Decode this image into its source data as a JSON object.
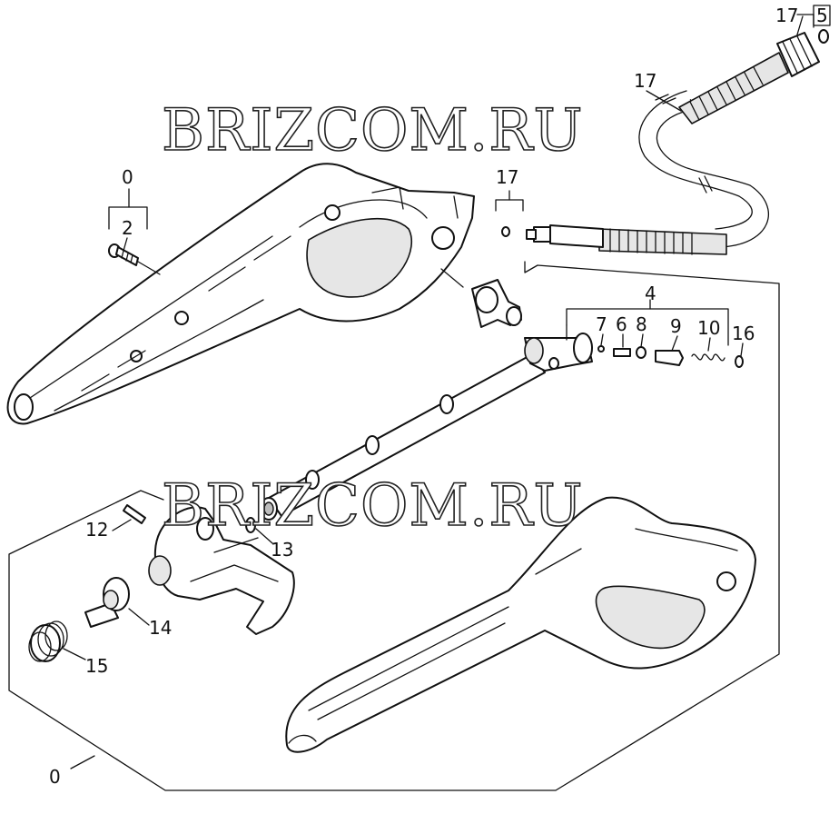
{
  "watermarks": [
    "BRIZCOM.RU",
    "BRIZCOM.RU"
  ],
  "callouts": {
    "c17_5_num": "17",
    "c17_5_box": "5",
    "c17_hose": "17",
    "c17_ring": "17",
    "c0_top": "0",
    "c2": "2",
    "c4": "4",
    "c7": "7",
    "c6": "6",
    "c8": "8",
    "c9": "9",
    "c10": "10",
    "c16": "16",
    "c12": "12",
    "c13": "13",
    "c14": "14",
    "c15": "15",
    "c0_bottom": "0"
  }
}
